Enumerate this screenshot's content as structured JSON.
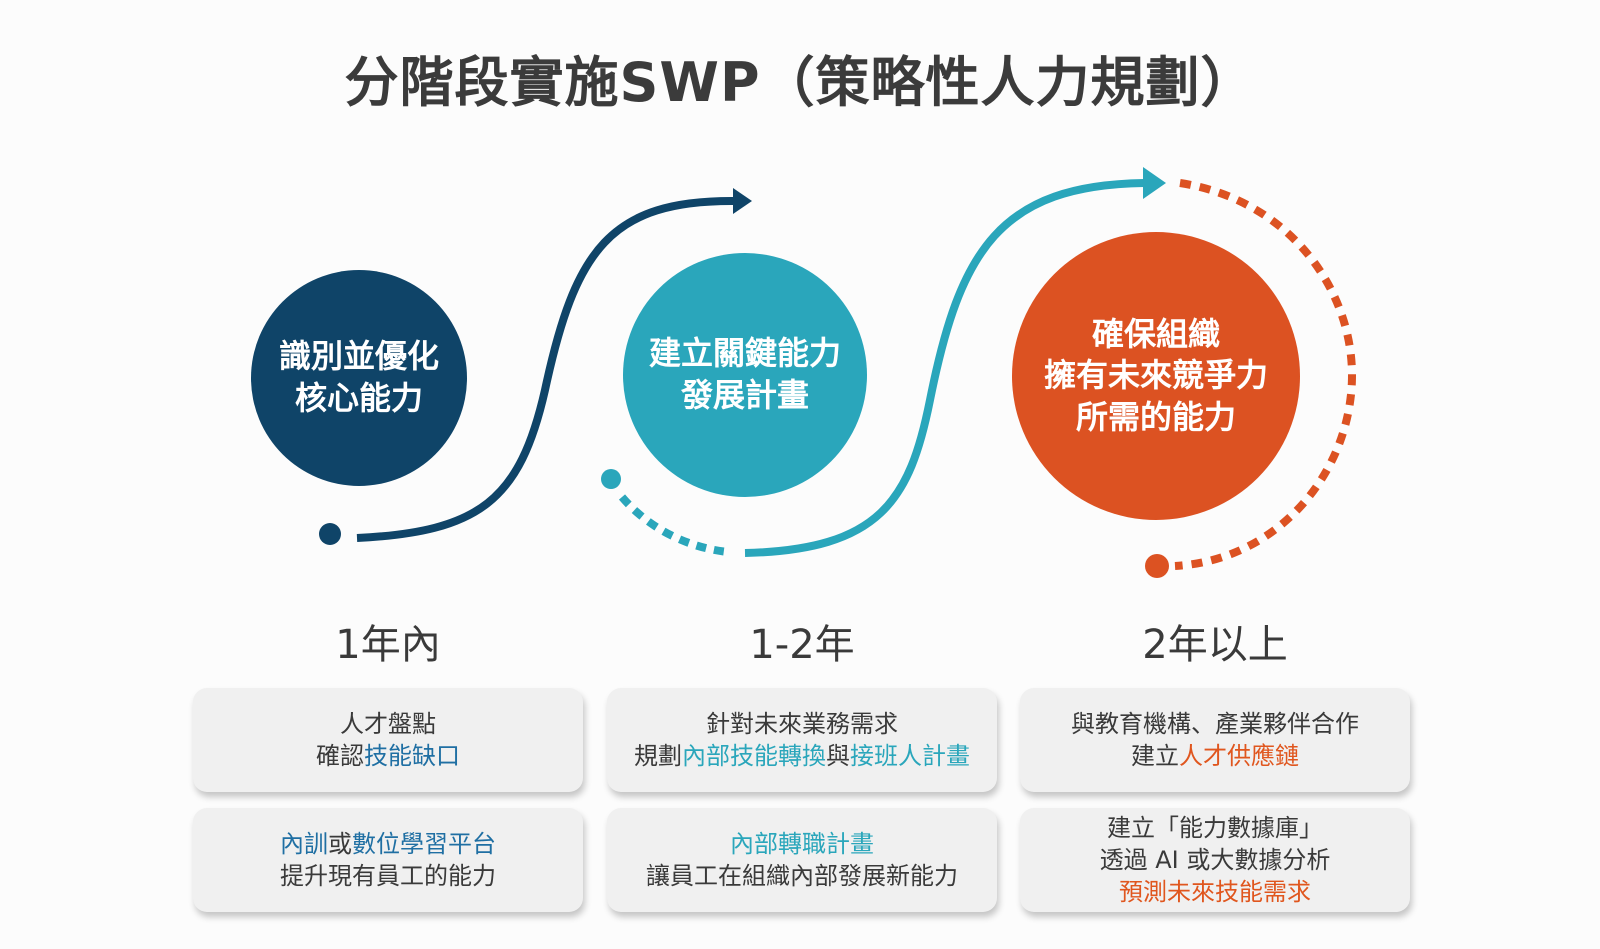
{
  "title": "分階段實施SWP（策略性人力規劃）",
  "colors": {
    "navy": "#0f4468",
    "teal": "#2aa6bb",
    "orange": "#dc5222",
    "text": "#3a3a3a",
    "card_bg": "#f0f0f0"
  },
  "stages": [
    {
      "circle_text": "識別並優化\n核心能力",
      "period": "1年內",
      "cards": [
        {
          "lines": [
            [
              {
                "t": "人才盤點"
              }
            ],
            [
              {
                "t": "確認"
              },
              {
                "t": "技能缺口",
                "hl": "navy"
              }
            ]
          ]
        },
        {
          "lines": [
            [
              {
                "t": "內訓",
                "hl": "navy"
              },
              {
                "t": "或"
              },
              {
                "t": "數位學習平台",
                "hl": "navy"
              }
            ],
            [
              {
                "t": "提升現有員工的能力"
              }
            ]
          ]
        }
      ]
    },
    {
      "circle_text": "建立關鍵能力\n發展計畫",
      "period": "1-2年",
      "cards": [
        {
          "lines": [
            [
              {
                "t": "針對未來業務需求"
              }
            ],
            [
              {
                "t": "規劃"
              },
              {
                "t": "內部技能轉換",
                "hl": "teal"
              },
              {
                "t": "與"
              },
              {
                "t": "接班人計畫",
                "hl": "teal"
              }
            ]
          ]
        },
        {
          "lines": [
            [
              {
                "t": "內部轉職計畫",
                "hl": "teal"
              }
            ],
            [
              {
                "t": "讓員工在組織內部發展新能力"
              }
            ]
          ]
        }
      ]
    },
    {
      "circle_text": "確保組織\n擁有未來競爭力\n所需的能力",
      "period": "2年以上",
      "cards": [
        {
          "lines": [
            [
              {
                "t": "與教育機構、產業夥伴合作"
              }
            ],
            [
              {
                "t": "建立"
              },
              {
                "t": "人才供應鏈",
                "hl": "orange"
              }
            ]
          ]
        },
        {
          "lines": [
            [
              {
                "t": "建立「能力數據庫」"
              }
            ],
            [
              {
                "t": "透過 AI 或大數據分析"
              }
            ],
            [
              {
                "t": "預測未來技能需求",
                "hl": "orange"
              }
            ]
          ]
        }
      ]
    }
  ]
}
